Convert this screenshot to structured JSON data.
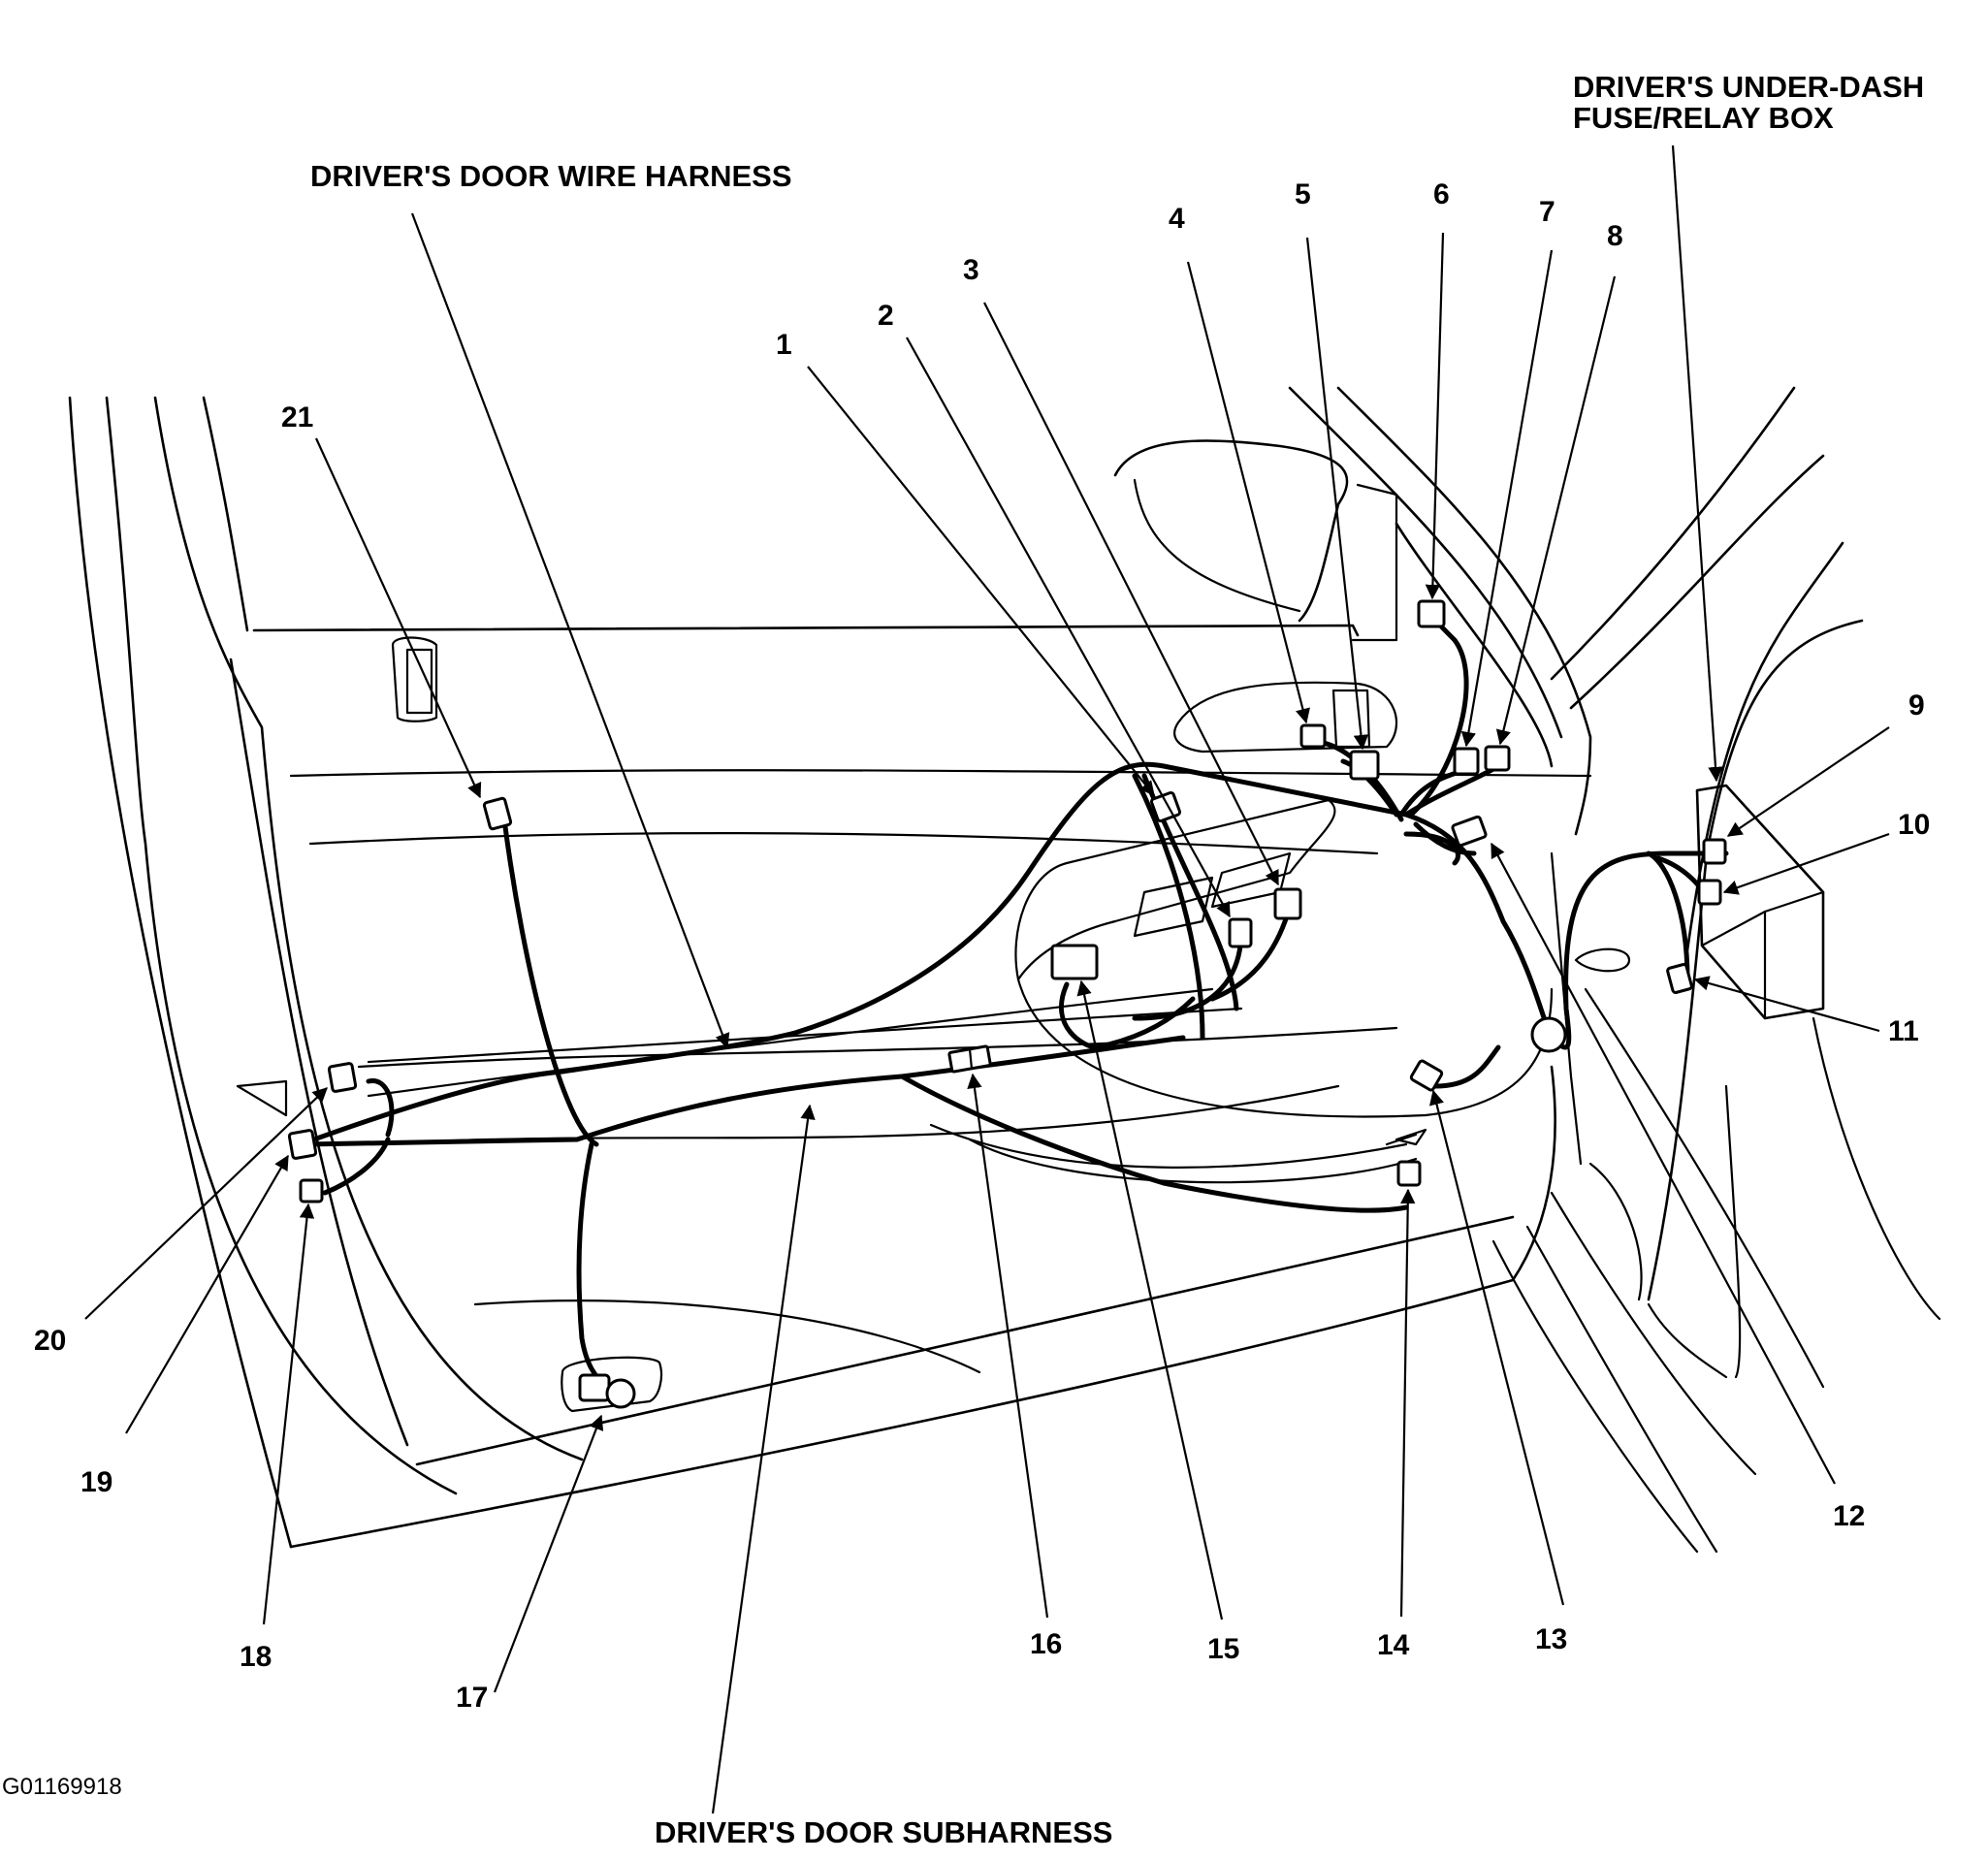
{
  "titles": {
    "wire_harness": "DRIVER'S DOOR WIRE HARNESS",
    "subharness": "DRIVER'S DOOR SUBHARNESS",
    "fuse_box_line1": "DRIVER'S UNDER-DASH",
    "fuse_box_line2": "FUSE/RELAY BOX"
  },
  "callouts": [
    "1",
    "2",
    "3",
    "4",
    "5",
    "6",
    "7",
    "8",
    "9",
    "10",
    "11",
    "12",
    "13",
    "14",
    "15",
    "16",
    "17",
    "18",
    "19",
    "20",
    "21"
  ],
  "figure_id": "G01169918"
}
